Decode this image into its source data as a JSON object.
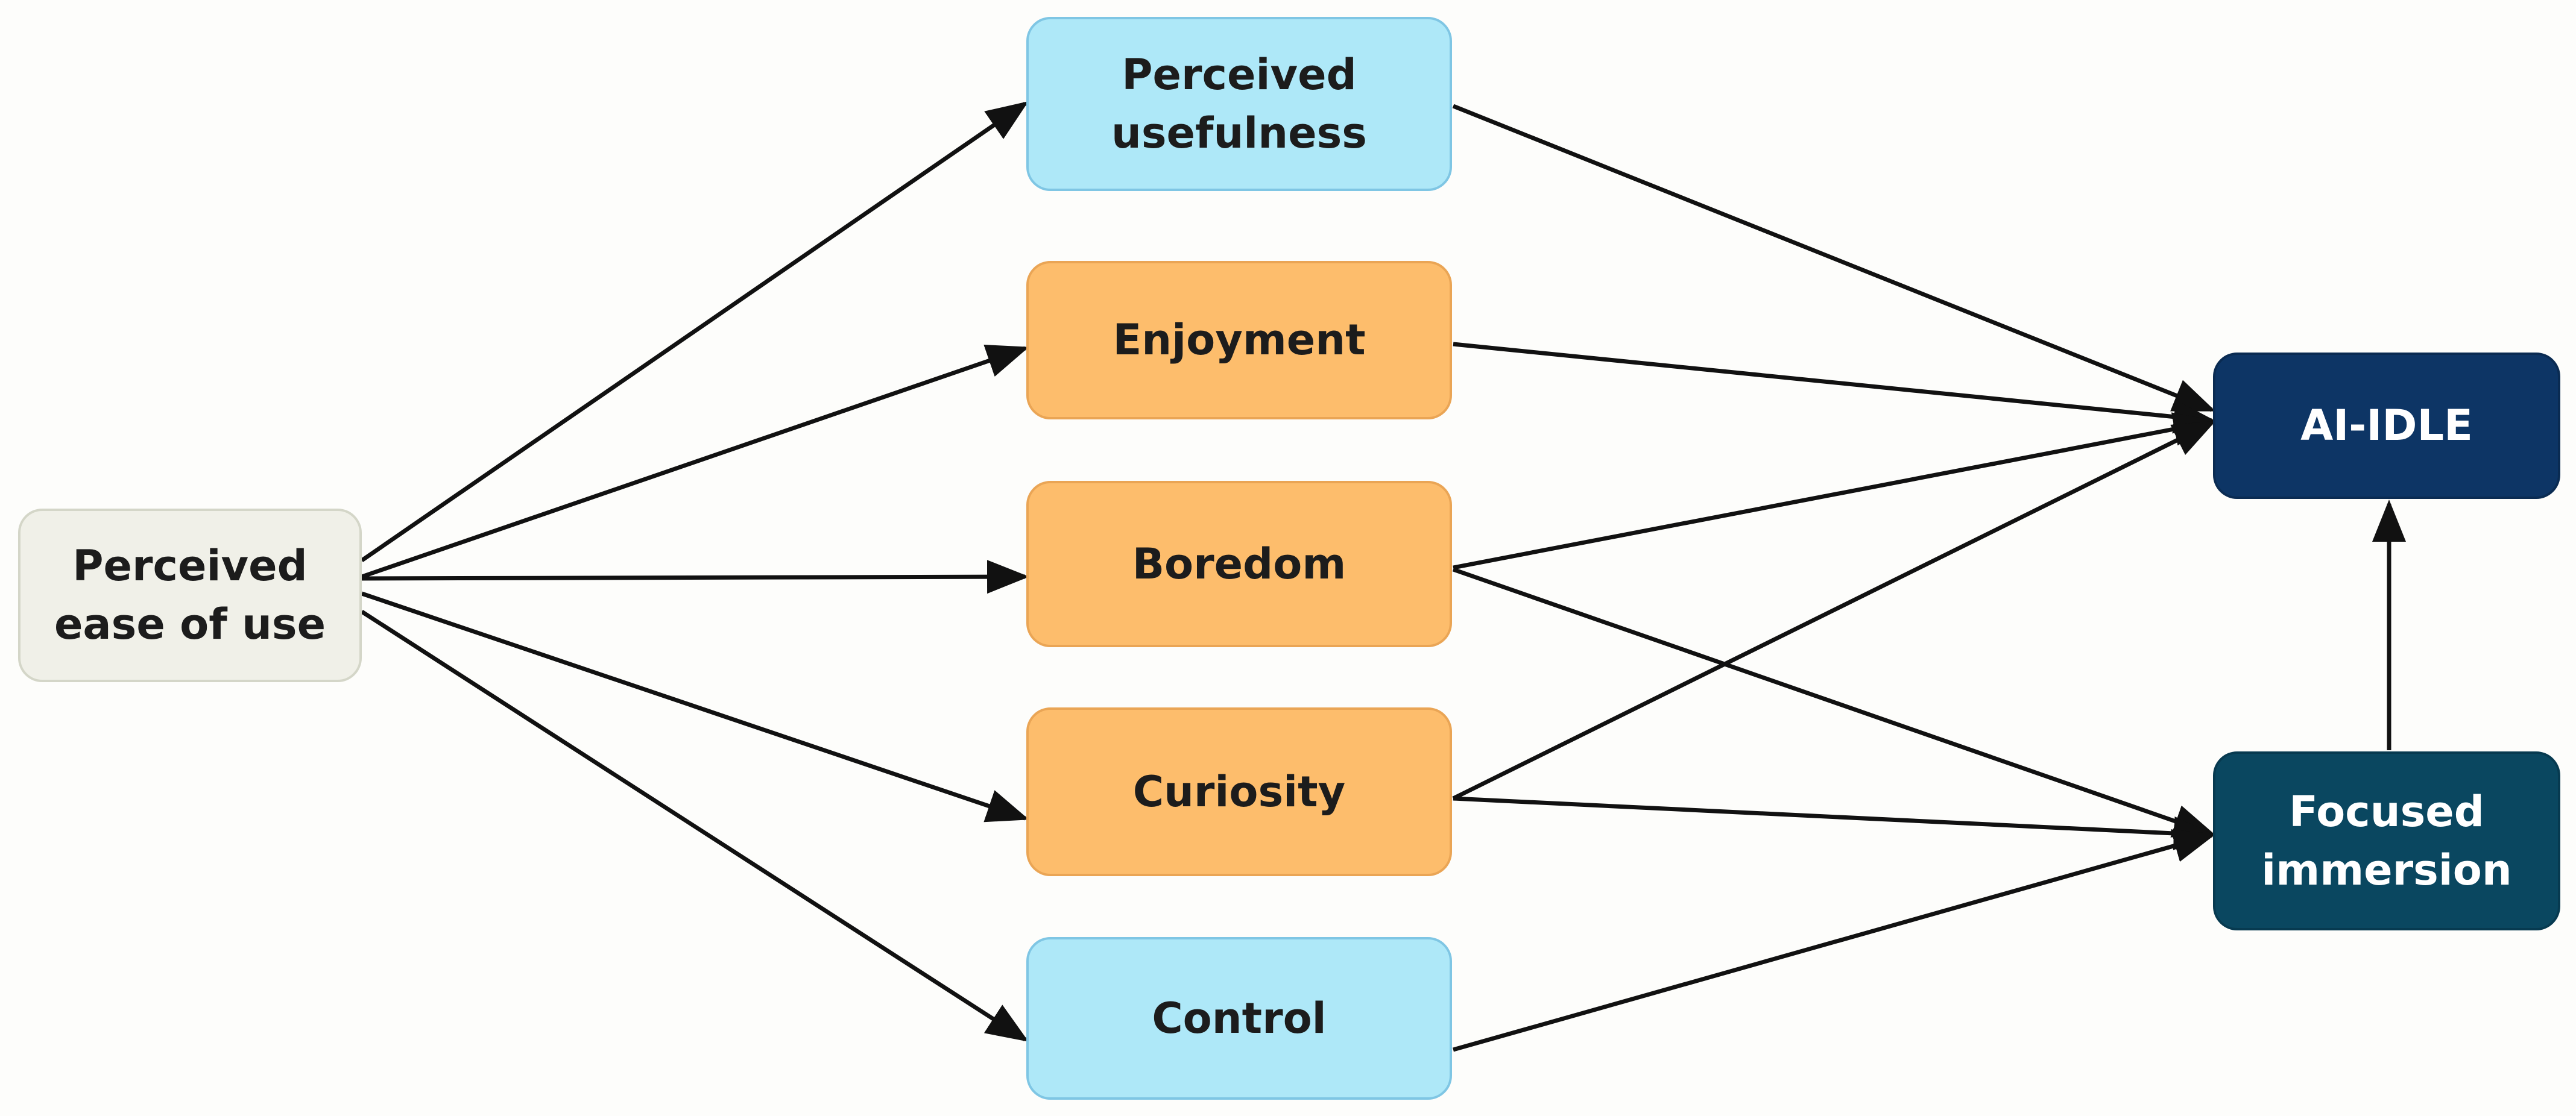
{
  "nodes": {
    "perceived_ease_of_use": "Perceived\nease of use",
    "perceived_usefulness": "Perceived\nusefulness",
    "enjoyment": "Enjoyment",
    "boredom": "Boredom",
    "curiosity": "Curiosity",
    "control": "Control",
    "ai_idle": "AI-IDLE",
    "focused_immersion": "Focused\nimmersion"
  },
  "colors": {
    "neutral": "#f0f0e8",
    "light_blue": "#aee8f8",
    "orange": "#fdbd6c",
    "navy": "#0d3565",
    "teal": "#0a4760",
    "arrow": "#111111"
  },
  "edges": [
    {
      "from": "perceived_ease_of_use",
      "to": "perceived_usefulness"
    },
    {
      "from": "perceived_ease_of_use",
      "to": "enjoyment"
    },
    {
      "from": "perceived_ease_of_use",
      "to": "boredom"
    },
    {
      "from": "perceived_ease_of_use",
      "to": "curiosity"
    },
    {
      "from": "perceived_ease_of_use",
      "to": "control"
    },
    {
      "from": "perceived_usefulness",
      "to": "ai_idle"
    },
    {
      "from": "enjoyment",
      "to": "ai_idle"
    },
    {
      "from": "boredom",
      "to": "ai_idle"
    },
    {
      "from": "boredom",
      "to": "focused_immersion"
    },
    {
      "from": "curiosity",
      "to": "ai_idle"
    },
    {
      "from": "curiosity",
      "to": "focused_immersion"
    },
    {
      "from": "control",
      "to": "focused_immersion"
    },
    {
      "from": "focused_immersion",
      "to": "ai_idle"
    }
  ]
}
